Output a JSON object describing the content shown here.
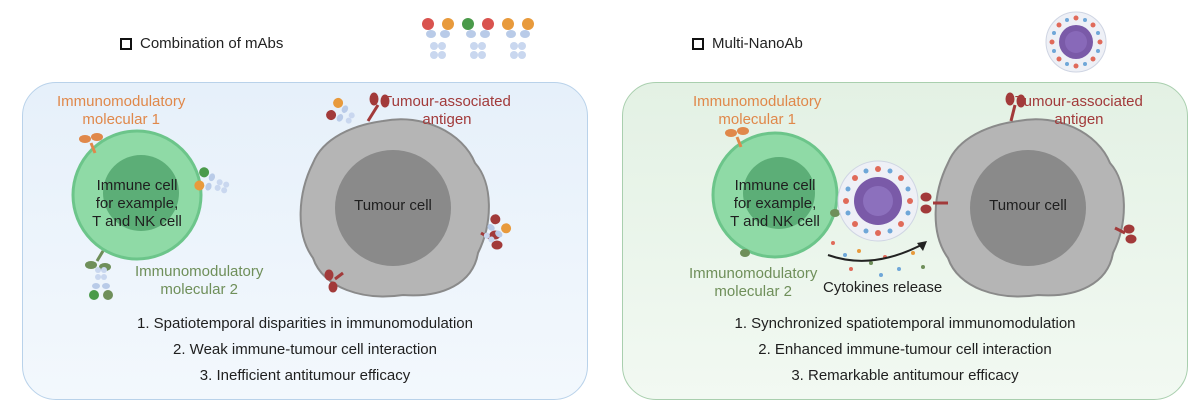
{
  "left": {
    "legend": "Combination of mAbs",
    "immuno1": [
      "Immunomodulatory",
      "molecular 1"
    ],
    "immuno2": [
      "Immunomodulatory",
      "molecular 2"
    ],
    "immune_cell": [
      "Immune cell",
      "for example,",
      "T and NK cell"
    ],
    "tumour_cell": "Tumour cell",
    "antigen": [
      "Tumour-associated",
      "antigen"
    ],
    "points": [
      "1. Spatiotemporal disparities in immunomodulation",
      "2. Weak immune-tumour cell interaction",
      "3. Inefficient antitumour efficacy"
    ]
  },
  "right": {
    "legend": "Multi-NanoAb",
    "immuno1": [
      "Immunomodulatory",
      "molecular 1"
    ],
    "immuno2": [
      "Immunomodulatory",
      "molecular 2"
    ],
    "immune_cell": [
      "Immune cell",
      "for example,",
      "T and NK cell"
    ],
    "tumour_cell": "Tumour cell",
    "antigen": [
      "Tumour-associated",
      "antigen"
    ],
    "cytokines": "Cytokines release",
    "points": [
      "1. Synchronized spatiotemporal immunomodulation",
      "2. Enhanced immune-tumour cell interaction",
      "3. Remarkable antitumour efficacy"
    ]
  },
  "colors": {
    "immuno1": "#e0884a",
    "immuno2": "#6f8f5a",
    "antigen": "#a23a3a",
    "immune_cell": "#7fcf9a",
    "tumour_cell": "#9a9a9a",
    "nanoparticle": "#7a5aa8"
  }
}
